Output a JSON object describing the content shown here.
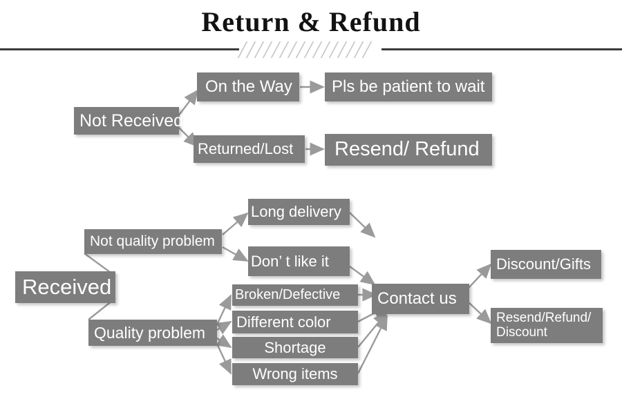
{
  "header": {
    "title": "Return & Refund",
    "divider_icon": "diagonal-hatch-divider"
  },
  "colors": {
    "node_fill": "#7d7d7d",
    "node_text": "#ffffff",
    "rule": "#3a3a3c",
    "hatch": "#c9c9cb",
    "arrow": "#9a9a9a",
    "title_text": "#121212",
    "background": "#ffffff"
  },
  "diagram": {
    "type": "flowchart",
    "branches": [
      {
        "root": "Not Received",
        "steps": [
          {
            "cause": "On the Way",
            "outcome": "Pls be patient to wait"
          },
          {
            "cause": "Returned/Lost",
            "outcome": "Resend/ Refund"
          }
        ]
      },
      {
        "root": "Received",
        "groups": [
          {
            "label": "Not quality problem",
            "reasons": [
              "Long delivery",
              "Don’ t like it"
            ]
          },
          {
            "label": "Quality problem",
            "reasons": [
              "Broken/Defective",
              "Different color",
              "Shortage",
              "Wrong items"
            ]
          }
        ],
        "hub": "Contact us",
        "outcomes": [
          "Discount/Gifts",
          "Resend/Refund/\nDiscount"
        ]
      }
    ]
  },
  "nodes": {
    "not_received": "Not Received",
    "on_the_way": "On the Way",
    "returned_lost": "Returned/Lost",
    "pls_be_patient": "Pls be patient to wait",
    "resend_refund": "Resend/ Refund",
    "received": "Received",
    "not_quality_problem": "Not quality problem",
    "quality_problem": "Quality problem",
    "long_delivery": "Long delivery",
    "dont_like_it": "Don’ t like it",
    "broken_defective": "Broken/Defective",
    "different_color": "Different color",
    "shortage": "Shortage",
    "wrong_items": "Wrong items",
    "contact_us": "Contact us",
    "discount_gifts": "Discount/Gifts",
    "resend_refund_discount": "Resend/Refund/\nDiscount"
  }
}
